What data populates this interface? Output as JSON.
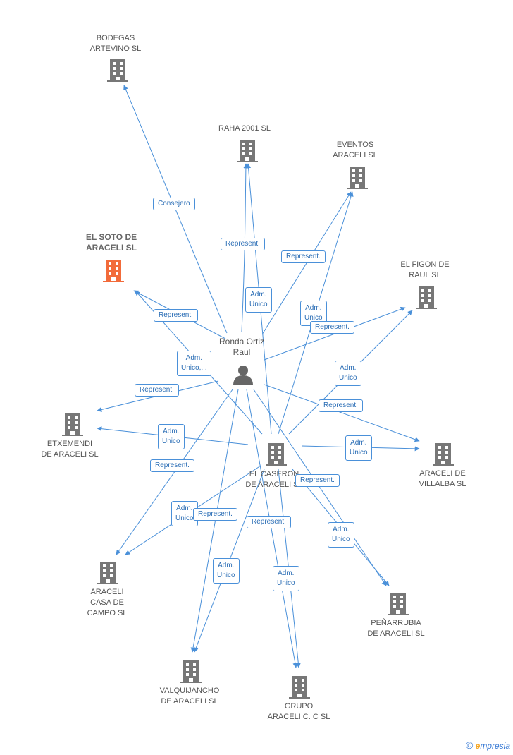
{
  "colors": {
    "edge": "#4a90d9",
    "building": "#777777",
    "building_highlight": "#f26b3a",
    "person": "#666666"
  },
  "person": {
    "line1": "Ronda Ortiz",
    "line2": "Raul",
    "icon": "person-icon"
  },
  "companies": [
    {
      "id": "bodegas",
      "line1": "BODEGAS",
      "line2": "ARTEVINO SL",
      "line3": "",
      "highlight": false,
      "icon": "building-icon"
    },
    {
      "id": "raha",
      "line1": "RAHA 2001 SL",
      "line2": "",
      "line3": "",
      "highlight": false,
      "icon": "building-icon"
    },
    {
      "id": "eventos",
      "line1": "EVENTOS",
      "line2": "ARACELI SL",
      "line3": "",
      "highlight": false,
      "icon": "building-icon"
    },
    {
      "id": "soto",
      "line1": "EL SOTO DE",
      "line2": "ARACELI SL",
      "line3": "",
      "highlight": true,
      "icon": "building-icon"
    },
    {
      "id": "figon",
      "line1": "EL FIGON DE",
      "line2": "RAUL SL",
      "line3": "",
      "highlight": false,
      "icon": "building-icon"
    },
    {
      "id": "etxemendi",
      "line1": "ETXEMENDI",
      "line2": "DE ARACELI SL",
      "line3": "",
      "highlight": false,
      "icon": "building-icon"
    },
    {
      "id": "caseron",
      "line1": "EL CASERON",
      "line2": "DE ARACELI SL",
      "line3": "",
      "highlight": false,
      "icon": "building-icon"
    },
    {
      "id": "villalba",
      "line1": "ARACELI DE",
      "line2": "VILLALBA SL",
      "line3": "",
      "highlight": false,
      "icon": "building-icon"
    },
    {
      "id": "casa",
      "line1": "ARACELI",
      "line2": "CASA DE",
      "line3": "CAMPO SL",
      "highlight": false,
      "icon": "building-icon"
    },
    {
      "id": "penarrubia",
      "line1": "PEÑARRUBIA",
      "line2": "DE ARACELI SL",
      "line3": "",
      "highlight": false,
      "icon": "building-icon"
    },
    {
      "id": "valquijancho",
      "line1": "VALQUIJANCHO",
      "line2": "DE ARACELI SL",
      "line3": "",
      "highlight": false,
      "icon": "building-icon"
    },
    {
      "id": "grupo",
      "line1": "GRUPO",
      "line2": "ARACELI C. C SL",
      "line3": "",
      "highlight": false,
      "icon": "building-icon"
    }
  ],
  "relations": [
    {
      "line1": "Consejero",
      "line2": ""
    },
    {
      "line1": "Represent.",
      "line2": ""
    },
    {
      "line1": "Represent.",
      "line2": ""
    },
    {
      "line1": "Adm.",
      "line2": "Unico"
    },
    {
      "line1": "Adm.",
      "line2": "Unico"
    },
    {
      "line1": "Represent.",
      "line2": ""
    },
    {
      "line1": "Represent.",
      "line2": ""
    },
    {
      "line1": "Adm.",
      "line2": "Unico,..."
    },
    {
      "line1": "Adm.",
      "line2": "Unico"
    },
    {
      "line1": "Represent.",
      "line2": ""
    },
    {
      "line1": "Represent.",
      "line2": ""
    },
    {
      "line1": "Adm.",
      "line2": "Unico"
    },
    {
      "line1": "Adm.",
      "line2": "Unico"
    },
    {
      "line1": "Represent.",
      "line2": ""
    },
    {
      "line1": "Represent.",
      "line2": ""
    },
    {
      "line1": "Adm.",
      "line2": "Unico"
    },
    {
      "line1": "Represent.",
      "line2": ""
    },
    {
      "line1": "Represent.",
      "line2": ""
    },
    {
      "line1": "Adm.",
      "line2": "Unico"
    },
    {
      "line1": "Adm.",
      "line2": "Unico"
    },
    {
      "line1": "Adm.",
      "line2": "Unico"
    }
  ],
  "footer": {
    "copyright": "©",
    "brand_e": "e",
    "brand_rest": "mpresia"
  }
}
